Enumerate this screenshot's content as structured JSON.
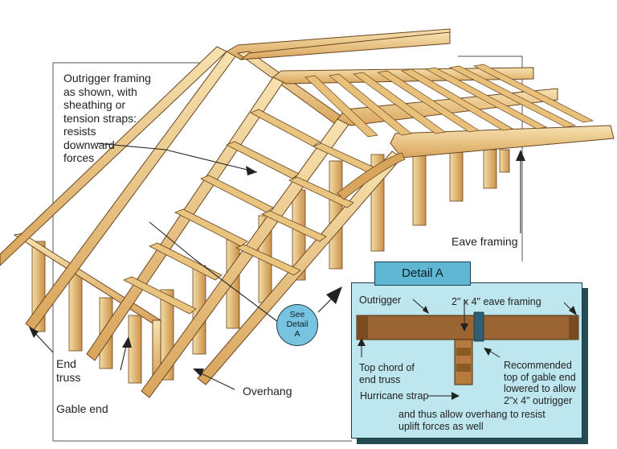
{
  "labels": {
    "outrigger_note": [
      "Outrigger framing",
      "as shown, with",
      "sheathing or",
      "tension straps:",
      "resists",
      "downward",
      "forces"
    ],
    "eave_framing": "Eave framing",
    "end_truss": [
      "End",
      "truss"
    ],
    "gable_end": "Gable end",
    "overhang": "Overhang",
    "see_detail": [
      "See",
      "Detail",
      "A"
    ]
  },
  "detail": {
    "title": "Detail A",
    "outrigger": "Outrigger",
    "eave_framing_2x4": "2\" x 4\" eave framing",
    "top_chord": [
      "Top chord of",
      "end truss"
    ],
    "recommended": [
      "Recommended",
      "top of gable end",
      "lowered to allow",
      "2\"x 4\" outrigger"
    ],
    "hurricane_strap": "Hurricane strap",
    "overhang_note": [
      "and thus allow overhang to resist",
      "uplift forces as well"
    ]
  },
  "colors": {
    "wood_light": "#f2d59a",
    "wood_mid": "#d9a55c",
    "wood_dark": "#8a5a24",
    "detail_bg": "#bde6ee",
    "detail_tab": "#5fb7d3",
    "beam_brown": "#9a6532",
    "strap_blue": "#2f5f73"
  }
}
